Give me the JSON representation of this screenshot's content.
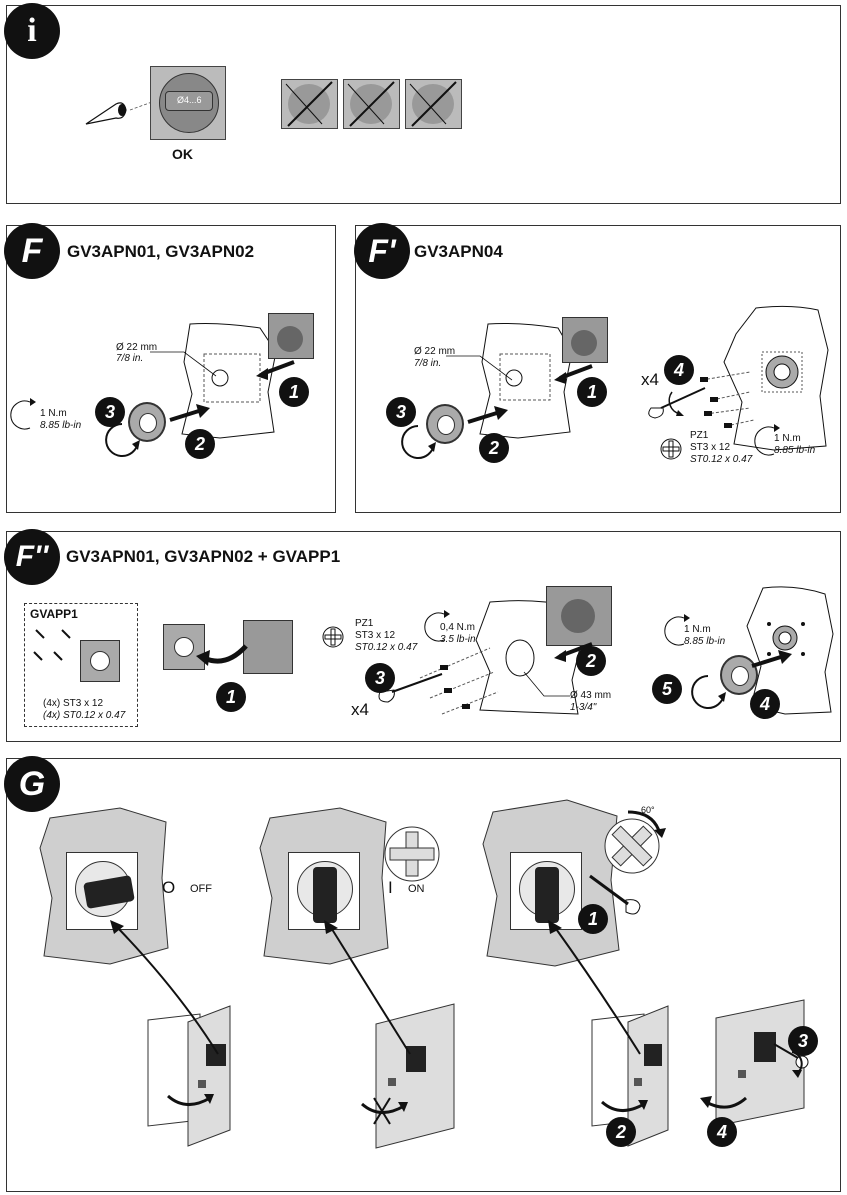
{
  "info": {
    "badge": "i",
    "ok_label": "OK",
    "device_marking": "Ø4...6"
  },
  "F": {
    "badge": "F",
    "title": "GV3APN01, GV3APN02",
    "hole_dia": "Ø 22 mm",
    "hole_dia_in": "7/8 in.",
    "torque": "1 N.m",
    "torque_in": "8.85 lb-in",
    "steps": [
      "1",
      "2",
      "3"
    ]
  },
  "F_prime": {
    "badge": "F'",
    "title": "GV3APN04",
    "hole_dia": "Ø 22 mm",
    "hole_dia_in": "7/8 in.",
    "qty": "x4",
    "screwdriver": "PZ1",
    "screw": "ST3 x 12",
    "screw_in": "ST0.12 x 0.47",
    "torque": "1 N.m",
    "torque_in": "8.85 lb-in",
    "steps": [
      "1",
      "2",
      "3",
      "4"
    ]
  },
  "F_double": {
    "badge": "F''",
    "title": "GV3APN01, GV3APN02 + GVAPP1",
    "kit_title": "GVAPP1",
    "kit_screw": "(4x) ST3 x 12",
    "kit_screw_in": "(4x) ST0.12 x 0.47",
    "screwdriver": "PZ1",
    "screw": "ST3 x 12",
    "screw_in": "ST0.12 x 0.47",
    "torque_a": "0,4 N.m",
    "torque_a_in": "3.5 lb-in",
    "qty": "x4",
    "hole_dia": "Ø 43 mm",
    "hole_dia_in": "1-3/4\"",
    "torque_b": "1 N.m",
    "torque_b_in": "8.85 lb-in",
    "steps": [
      "1",
      "2",
      "3",
      "4",
      "5"
    ]
  },
  "G": {
    "badge": "G",
    "off_symbol": "O",
    "off_label": "OFF",
    "on_symbol": "I",
    "on_label": "ON",
    "angle": "60°",
    "steps": [
      "1",
      "2",
      "3",
      "4"
    ]
  }
}
